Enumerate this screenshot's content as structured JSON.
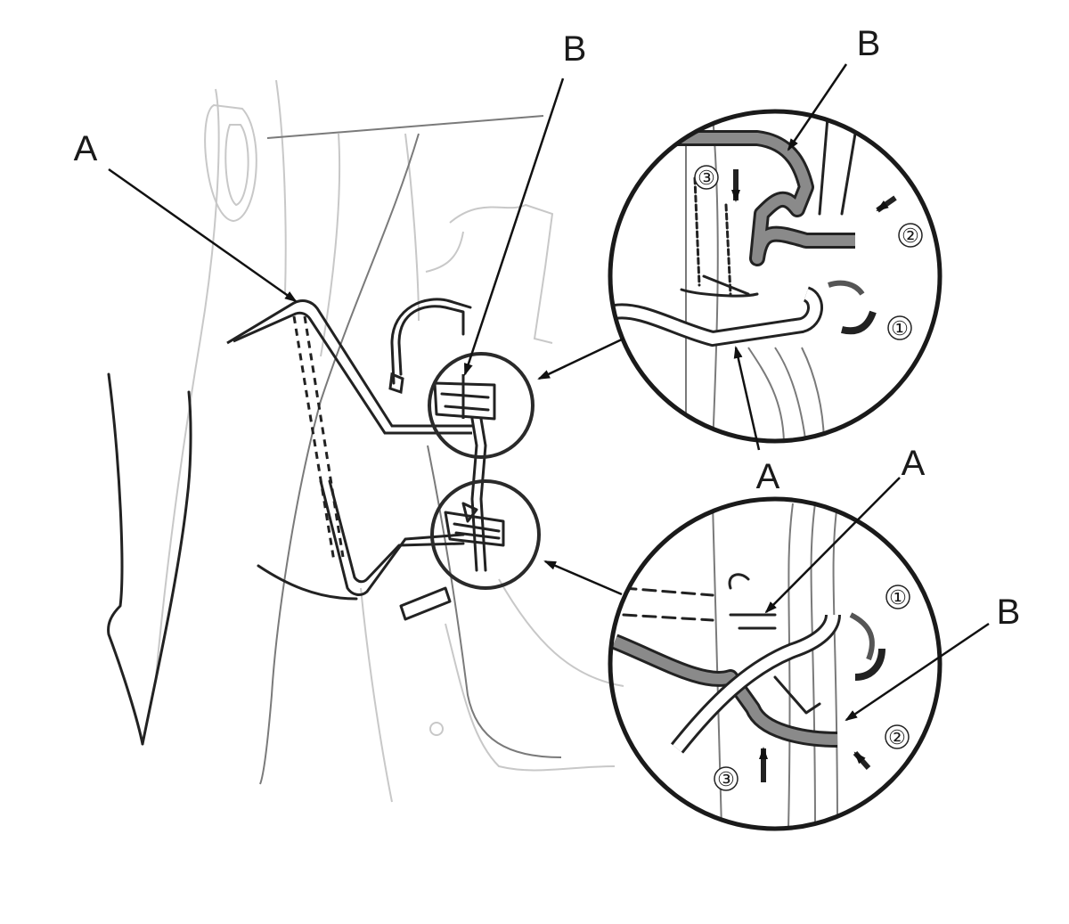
{
  "diagram": {
    "callouts": {
      "a_main": "A",
      "b_main": "B",
      "b_top_detail": "B",
      "a_mid": "A",
      "a_bottom_detail": "A",
      "b_bottom_detail": "B"
    },
    "steps_top": {
      "s1": "①",
      "s2": "②",
      "s3": "③"
    },
    "steps_bottom": {
      "s1": "①",
      "s2": "②",
      "s3": "③"
    }
  }
}
